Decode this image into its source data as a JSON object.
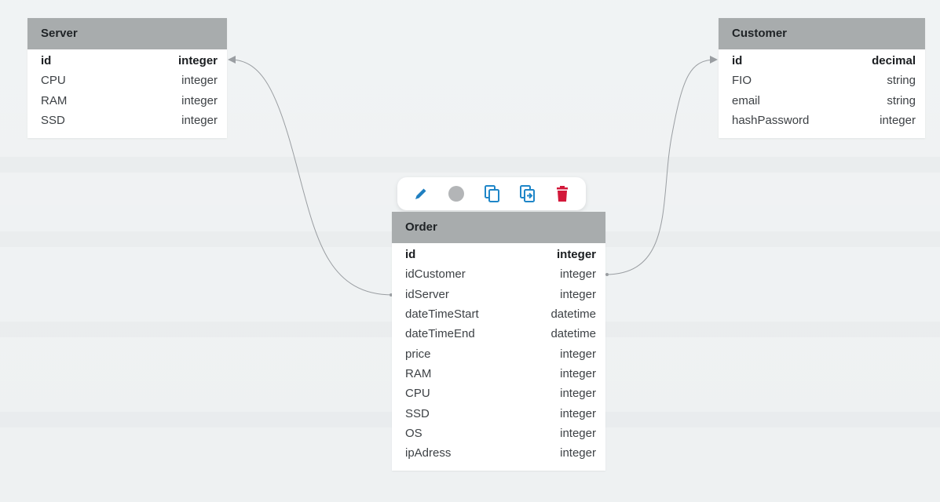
{
  "colors": {
    "canvas_bg": "#eef1f2",
    "header_bg": "#a8acad",
    "link_stroke": "#9a9ea2",
    "edit_icon": "#1f7fc0",
    "color_dot": "#b3b5b7",
    "copy_icons": "#1f86c8",
    "delete_icon": "#d3183a"
  },
  "toolbar": {
    "icons": [
      "edit-pencil-icon",
      "color-dot-icon",
      "copy-icon",
      "duplicate-icon",
      "trash-icon"
    ]
  },
  "tables": {
    "server": {
      "title": "Server",
      "rows": [
        {
          "name": "id",
          "type": "integer",
          "pk": true
        },
        {
          "name": "CPU",
          "type": "integer"
        },
        {
          "name": "RAM",
          "type": "integer"
        },
        {
          "name": "SSD",
          "type": "integer"
        }
      ]
    },
    "customer": {
      "title": "Customer",
      "rows": [
        {
          "name": "id",
          "type": "decimal",
          "pk": true
        },
        {
          "name": "FIO",
          "type": "string"
        },
        {
          "name": "email",
          "type": "string"
        },
        {
          "name": "hashPassword",
          "type": "integer"
        }
      ]
    },
    "order": {
      "title": "Order",
      "rows": [
        {
          "name": "id",
          "type": "integer",
          "pk": true
        },
        {
          "name": "idCustomer",
          "type": "integer"
        },
        {
          "name": "idServer",
          "type": "integer"
        },
        {
          "name": "dateTimeStart",
          "type": "datetime"
        },
        {
          "name": "dateTimeEnd",
          "type": "datetime"
        },
        {
          "name": "price",
          "type": "integer"
        },
        {
          "name": "RAM",
          "type": "integer"
        },
        {
          "name": "CPU",
          "type": "integer"
        },
        {
          "name": "SSD",
          "type": "integer"
        },
        {
          "name": "OS",
          "type": "integer"
        },
        {
          "name": "ipAdress",
          "type": "integer"
        }
      ]
    }
  }
}
